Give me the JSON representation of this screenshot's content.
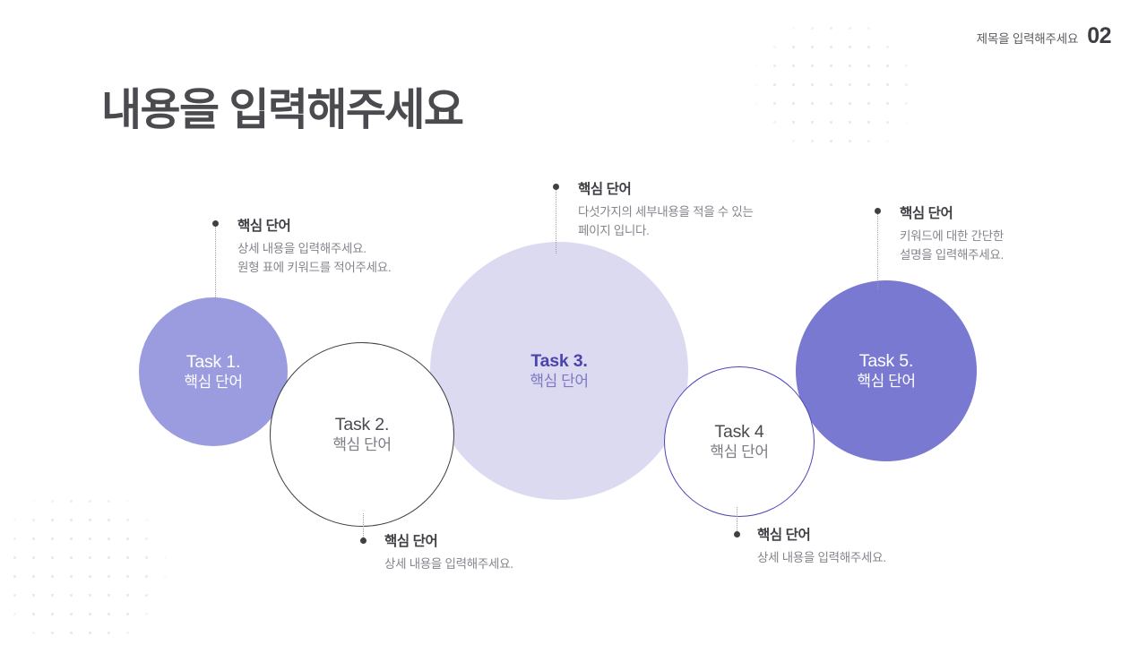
{
  "header": {
    "label": "제목을 입력해주세요",
    "number": "02"
  },
  "title": "내용을 입력해주세요",
  "circles": [
    {
      "name": "task1",
      "title": "Task 1.",
      "subtitle": "핵심 단어"
    },
    {
      "name": "task2",
      "title": "Task 2.",
      "subtitle": "핵심 단어"
    },
    {
      "name": "task3",
      "title": "Task 3.",
      "subtitle": "핵심 단어"
    },
    {
      "name": "task4",
      "title": "Task 4",
      "subtitle": "핵심 단어"
    },
    {
      "name": "task5",
      "title": "Task 5.",
      "subtitle": "핵심 단어"
    }
  ],
  "callouts": [
    {
      "name": "callout-task1",
      "heading": "핵심 단어",
      "line1": "상세 내용을 입력해주세요.",
      "line2": "원형 표에 키워드를 적어주세요."
    },
    {
      "name": "callout-task3",
      "heading": "핵심 단어",
      "line1": "다섯가지의 세부내용을 적을 수 있는",
      "line2": "페이지 입니다."
    },
    {
      "name": "callout-task5",
      "heading": "핵심 단어",
      "line1": "키워드에 대한 간단한",
      "line2": "설명을 입력해주세요."
    },
    {
      "name": "callout-task2",
      "heading": "핵심 단어",
      "line1": "상세 내용을 입력해주세요.",
      "line2": ""
    },
    {
      "name": "callout-task4",
      "heading": "핵심 단어",
      "line1": "상세 내용을 입력해주세요.",
      "line2": ""
    }
  ],
  "colors": {
    "task1_fill": "#9b9be0",
    "task5_fill": "#7979d2",
    "task3_fill": "#dcdaf0",
    "task2_stroke": "#3e3e45",
    "task4_stroke": "#4b46b8",
    "title_text": "#4a4a4f",
    "body_text": "#85858d"
  }
}
